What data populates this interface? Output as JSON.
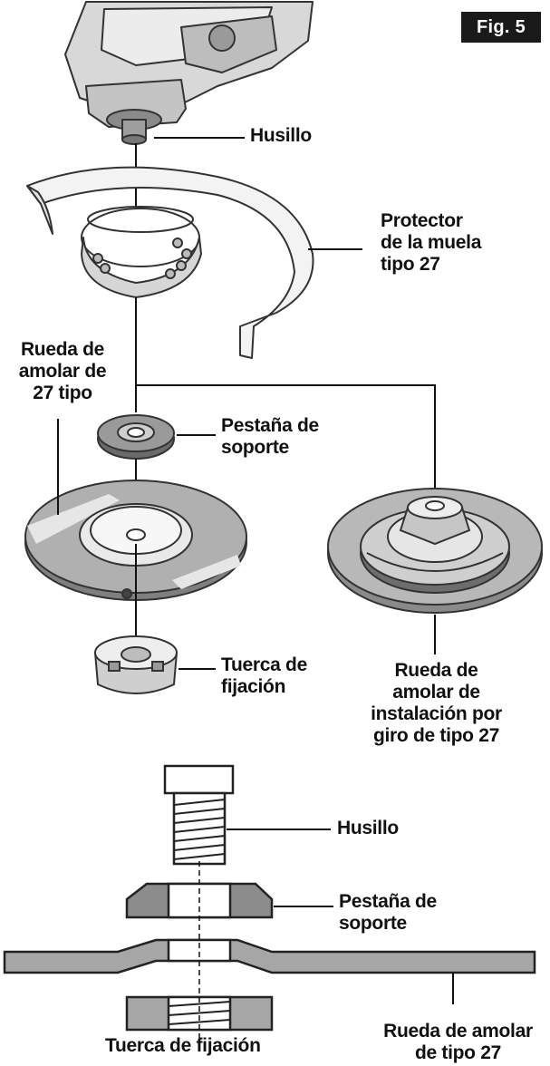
{
  "figure_label": "Fig. 5",
  "top_diagram": {
    "spindle_label": "Husillo",
    "guard_label": "Protector\nde la muela\ntipo 27",
    "wheel_label": "Rueda de\namolar de\n27 tipo",
    "backing_flange_label": "Pestaña de\nsoporte",
    "lock_nut_label": "Tuerca de\nfijación",
    "twist_wheel_label": "Rueda de\namolar de\ninstalación por\ngiro de tipo 27"
  },
  "cross_section": {
    "spindle_label": "Husillo",
    "backing_flange_label": "Pestaña de\nsoporte",
    "lock_nut_label": "Tuerca de fijación",
    "wheel_label": "Rueda de amolar\nde tipo 27"
  }
}
